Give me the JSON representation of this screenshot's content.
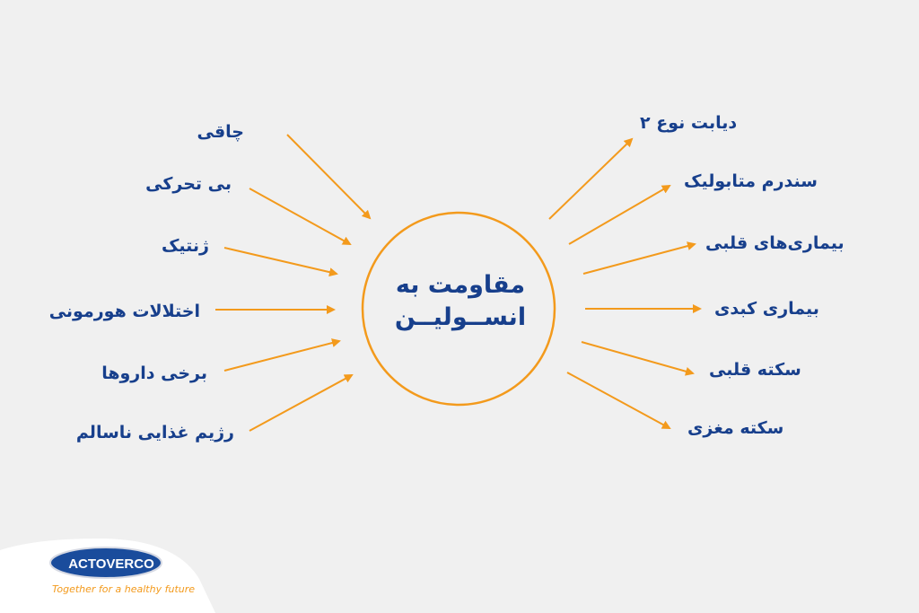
{
  "center": {
    "line1": "مقاومت به",
    "line2": "انســولیــن"
  },
  "causes": [
    {
      "label": "چاقی"
    },
    {
      "label": "بی تحرکی"
    },
    {
      "label": "ژنتیک"
    },
    {
      "label": "اختلالات هورمونی"
    },
    {
      "label": "برخی داروها"
    },
    {
      "label": "رژیم غذایی ناسالم"
    }
  ],
  "effects": [
    {
      "label": "دیابت نوع ۲"
    },
    {
      "label": "سندرم متابولیک"
    },
    {
      "label": "بیماری‌های قلبی"
    },
    {
      "label": "بیماری کبدی"
    },
    {
      "label": "سکته قلبی"
    },
    {
      "label": "سکته مغزی"
    }
  ],
  "logo": {
    "name": "ACTOVERCO",
    "tagline": "Together for a healthy future"
  },
  "colors": {
    "arrow": "#f39a1c",
    "circle": "#f39a1c",
    "text": "#173f8c",
    "background": "#f0f0f0",
    "logo": "#1a4c9c"
  }
}
